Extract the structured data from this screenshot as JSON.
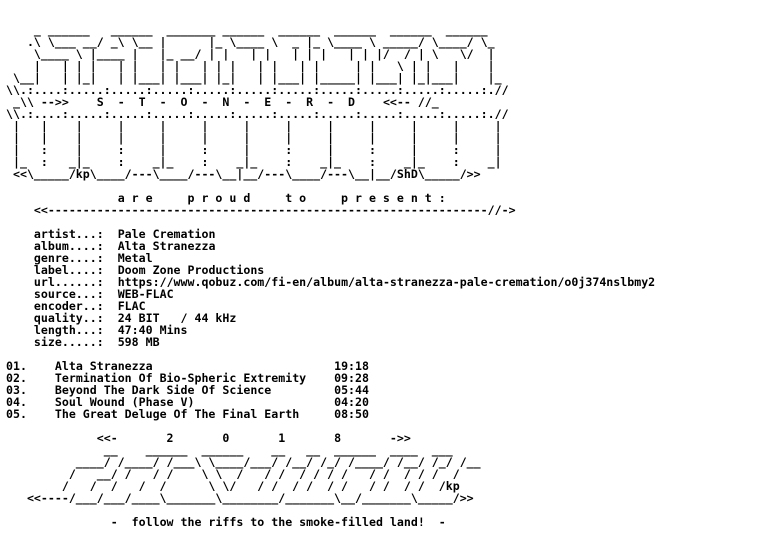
{
  "header_art": [
    "",
    "    _ ______   ______  _______ ______  ______  ______  ______  ______",
    "   .\\ \\___ __/ _\\ \\__ |      |_ \\____ \\  _ |_ \\____ \\ _____/ \\____/ \\_",
    "    \\____ \\ |____ |   |_ __/ | |   | |   | | |   | | |/  / | \\   \\/  |",
    "    |   | | |   | |   | |   | | |   | |   | |     | |   \\ | |   |    |",
    " \\__|   | |_|   | |___| |___| |_|   | |___| |_____| |___| |_|___|    |_",
    "\\\\.:....:.....:.....:.....:.....:.....:.....:.....:.....:.....:.....:.//"
  ],
  "brand": {
    "left_arrow": "_\\\\ -->>",
    "letters": "S  -  T  -  O  -  N  -  E  -  R  -  D",
    "right_arrow": "<<-- //_"
  },
  "header_art_bottom": [
    "\\\\.:....:.....:.....:.....:.....:.....:.....:.....:.....:.....:.....:.//",
    " |   |    |     |     |     |     |     |     |     |     |     |     |",
    " |   |    |     |     |     |     |     |     |     |     |     |     |",
    " |   :    |     :     |     :     |     :     |     :     |     :     |",
    " |_  :   _|_    :    _|_    :    _|_    :    _|_    :    _|_    :    _|",
    " <<\\_____/kp\\____/---\\____/---\\__|__/---\\____/---\\__|__/ShD\\_____/>>"
  ],
  "present": {
    "text": "a r e     p r o u d     t o     p r e s e n t :",
    "rule": "<<---------------------------------------------------------------//->"
  },
  "info": {
    "artist_label": "artist...:",
    "artist": "Pale Cremation",
    "album_label": "album....:",
    "album": "Alta Stranezza",
    "genre_label": "genre....:",
    "genre": "Metal",
    "label_label": "label....:",
    "label": "Doom Zone Productions",
    "url_label": "url......:",
    "url": "https://www.qobuz.com/fi-en/album/alta-stranezza-pale-cremation/o0j374nslbmy2",
    "source_label": "source...:",
    "source": "WEB-FLAC",
    "encoder_label": "encoder..:",
    "encoder": "FLAC",
    "quality_label": "quality..:",
    "quality": "24 BIT   / 44 kHz",
    "length_label": "length...:",
    "length": "47:40 Mins",
    "size_label": "size.....:",
    "size": "598 MB"
  },
  "tracks": [
    {
      "num": "01.",
      "title": "Alta Stranezza",
      "time": "19:18"
    },
    {
      "num": "02.",
      "title": "Termination Of Bio-Spheric Extremity",
      "time": "09:28"
    },
    {
      "num": "03.",
      "title": "Beyond The Dark Side Of Science",
      "time": "05:44"
    },
    {
      "num": "04.",
      "title": "Soul Wound (Phase V)",
      "time": "04:20"
    },
    {
      "num": "05.",
      "title": "The Great Deluge Of The Final Earth",
      "time": "08:50"
    }
  ],
  "year": {
    "text": "<<-       2       0       1       8       ->>"
  },
  "footer_art": [
    "              __    ______  ______    __   __  ______  ____  ___",
    "          ____/ /____/ /___\\ \\____/___/ /__/ /_/ /____/ /__/ /_/ /__",
    "         /   __/ /   / /    \\ \\  /   / /  / / / /   / /  / / /  /",
    "        /   /  /   /  /      \\ \\/   / /  / /  / /   / /  / /  /kp",
    "   <<----/___/___/____\\_______\\________/_______\\__/_______\\_____/>>"
  ],
  "tagline": "-  follow the riffs to the smoke-filled land!  -"
}
